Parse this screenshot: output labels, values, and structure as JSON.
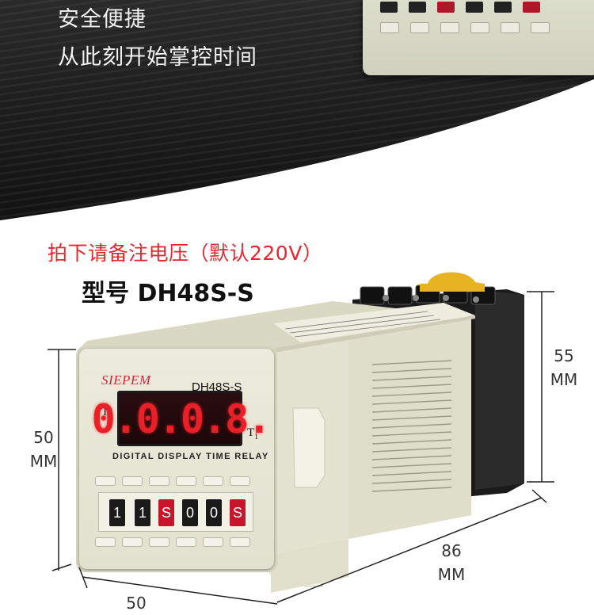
{
  "banner": {
    "line1": "安全便捷",
    "line2": "从此刻开始掌控时间"
  },
  "note": "拍下请备注电压（默认220V）",
  "model_heading": "型号 DH48S-S",
  "device": {
    "brand": "SIEPEM",
    "model": "DH48S-S",
    "display_value": "0.0.0.8.",
    "display_digits": "0.0.0.8.",
    "label_t2": "T",
    "label_t2_sub": "2",
    "label_t1": "T",
    "label_t1_sub": "1",
    "caption": "DIGITAL DISPLAY TIME RELAY",
    "dials": [
      "1",
      "1",
      "S",
      "0",
      "0",
      "S"
    ]
  },
  "dimensions": {
    "height_front": {
      "value": "50",
      "unit": "MM"
    },
    "height_back": {
      "value": "55",
      "unit": "MM"
    },
    "depth": {
      "value": "86",
      "unit": "MM"
    },
    "width": {
      "value": "50",
      "unit": ""
    }
  },
  "colors": {
    "note": "#e8252e",
    "brand": "#d3263a",
    "display_digit": "#e9202a",
    "device_body": "#e6e5d2"
  }
}
